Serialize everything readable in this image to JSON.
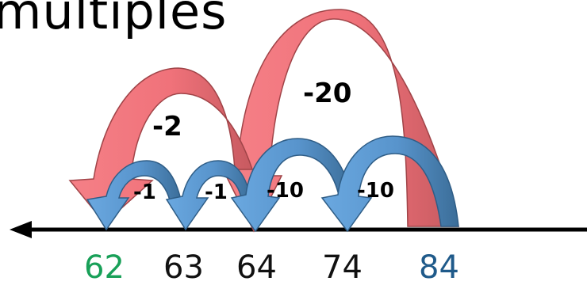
{
  "title": "multiples",
  "number_line": {
    "numbers": [
      {
        "label": "62",
        "color": "#18a058"
      },
      {
        "label": "63",
        "color": "#111111"
      },
      {
        "label": "64",
        "color": "#111111"
      },
      {
        "label": "74",
        "color": "#111111"
      },
      {
        "label": "84",
        "color": "#1f5a8a"
      }
    ]
  },
  "jumps": {
    "red": [
      {
        "label": "-2",
        "from": "64",
        "to": "62"
      },
      {
        "label": "-20",
        "from": "84",
        "to": "64"
      }
    ],
    "blue": [
      {
        "label": "-1",
        "from": "63",
        "to": "62"
      },
      {
        "label": "-1",
        "from": "64",
        "to": "63"
      },
      {
        "label": "-10",
        "from": "74",
        "to": "64"
      },
      {
        "label": "-10",
        "from": "84",
        "to": "74"
      }
    ]
  },
  "colors": {
    "red_arrow": "#f2757b",
    "red_arrow_dark": "#c95a5f",
    "blue_arrow": "#5b9bd5",
    "blue_arrow_dark": "#3e6f9a",
    "line": "#000000"
  }
}
